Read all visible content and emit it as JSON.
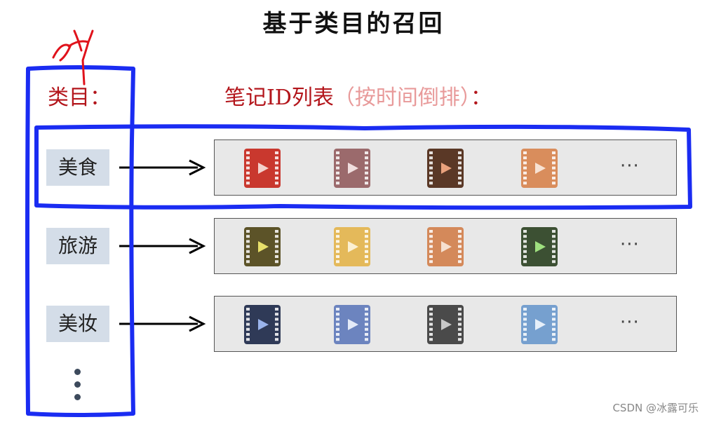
{
  "title": "基于类目的召回",
  "category_header": "类目：",
  "list_header": {
    "main": "笔记ID列表",
    "paren": "（按时间倒排）",
    "colon": "："
  },
  "rows": [
    {
      "category": "美食",
      "items": [
        {
          "color": "#c9382e",
          "play": "#f3d1cc"
        },
        {
          "color": "#9b6a6c",
          "play": "#f0dede"
        },
        {
          "color": "#5a3826",
          "play": "#e9a27d"
        },
        {
          "color": "#d98d5c",
          "play": "#f7e2d3"
        }
      ],
      "more": "···"
    },
    {
      "category": "旅游",
      "items": [
        {
          "color": "#5c5328",
          "play": "#e8e06a"
        },
        {
          "color": "#e4b95a",
          "play": "#fbf0d3"
        },
        {
          "color": "#d4895a",
          "play": "#f6e0d0"
        },
        {
          "color": "#3c5033",
          "play": "#9fe07f"
        }
      ],
      "more": "···"
    },
    {
      "category": "美妆",
      "items": [
        {
          "color": "#2f3a57",
          "play": "#9ab4ec"
        },
        {
          "color": "#6c84bf",
          "play": "#e3eaf8"
        },
        {
          "color": "#4a4a4a",
          "play": "#c8c8c8"
        },
        {
          "color": "#76a0cf",
          "play": "#e6eff9"
        }
      ],
      "more": "···"
    }
  ],
  "annotation_colors": {
    "blue": "#1a2cf2",
    "red": "#e0121b"
  },
  "watermark": "CSDN @冰露可乐"
}
